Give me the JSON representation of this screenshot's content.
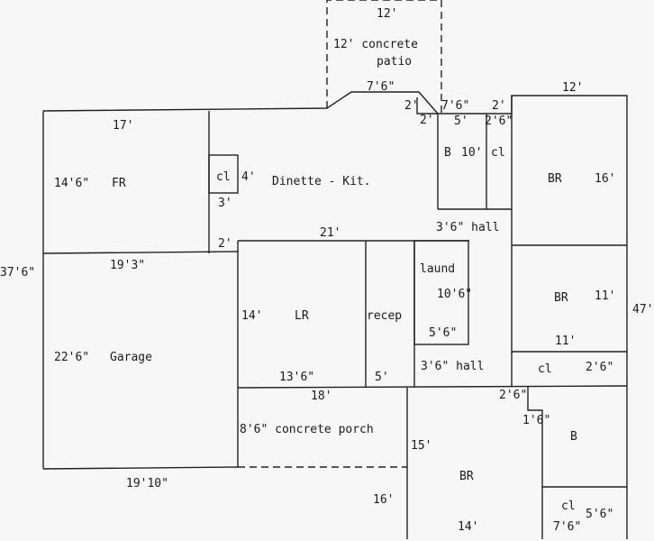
{
  "rooms": {
    "fr": {
      "name": "FR",
      "depth": "14'6\"",
      "width": "17'"
    },
    "closet_fr": {
      "name": "cl",
      "dim_a": "4'",
      "dim_b": "3'"
    },
    "dinette": {
      "name": "Dinette - Kit.",
      "dim_2ft": "2'",
      "width": "21'"
    },
    "patio": {
      "width": "12'",
      "name": "12' concrete",
      "name2": "patio"
    },
    "top_dims": {
      "a": "7'6\"",
      "b": "2'",
      "c": "2'",
      "d": "7'6\"",
      "e": "2'",
      "f": "12'"
    },
    "bath1": {
      "name": "B",
      "dim": "10'",
      "width": "5'"
    },
    "closet_bath": {
      "name": "cl",
      "width": "2'6\""
    },
    "br1": {
      "name": "BR",
      "depth": "16'"
    },
    "hall1": {
      "label": "3'6\" hall"
    },
    "garage": {
      "name": "Garage",
      "depth": "22'6\"",
      "top_width": "19'3\"",
      "bottom_width": "19'10\""
    },
    "overall_left": "37'6\"",
    "overall_right": "47'",
    "lr": {
      "name": "LR",
      "depth": "14'",
      "width": "13'6\""
    },
    "recep": {
      "name": "recep",
      "width": "5'"
    },
    "laund": {
      "name": "laund",
      "dim_a": "10'6\"",
      "dim_b": "5'6\""
    },
    "br2": {
      "name": "BR",
      "depth": "11'",
      "width": "11'"
    },
    "hall2": {
      "label": "3'6\" hall"
    },
    "closet_br2": {
      "name": "cl",
      "width": "2'6\""
    },
    "porch": {
      "width": "18'",
      "label": "8'6\" concrete porch"
    },
    "br3": {
      "name": "BR",
      "depth": "15'",
      "width": "14'",
      "outer": "16'"
    },
    "bath2": {
      "name": "B",
      "dim_a": "2'6\"",
      "dim_b": "1'6\""
    },
    "closet_bath2": {
      "name": "cl",
      "dim_a": "5'6\"",
      "dim_b": "7'6\""
    }
  }
}
